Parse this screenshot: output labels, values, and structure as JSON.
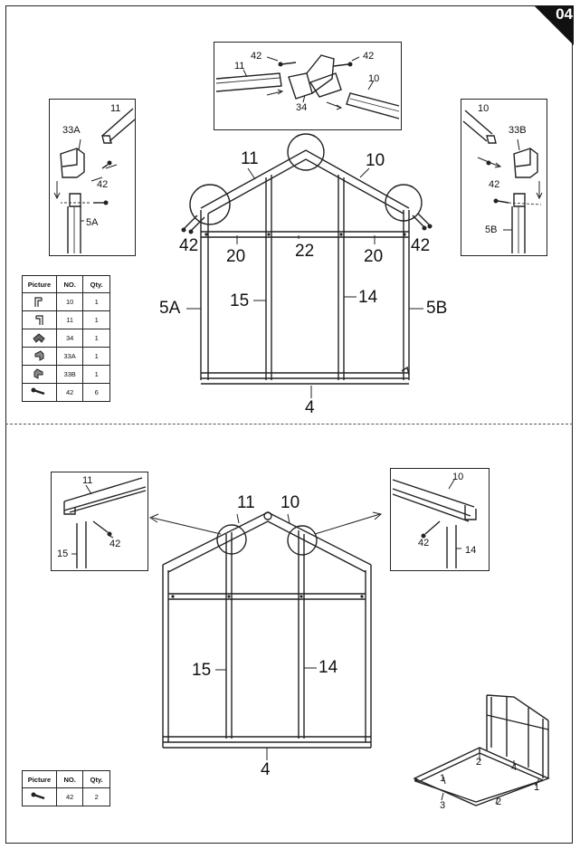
{
  "page_number": "04",
  "top_detail": {
    "labels": {
      "p11": "11",
      "p10": "10",
      "p42a": "42",
      "p42b": "42",
      "p34": "34"
    }
  },
  "left_detail": {
    "labels": {
      "p11": "11",
      "p33a": "33A",
      "p42": "42",
      "p5a": "5A"
    }
  },
  "right_detail": {
    "labels": {
      "p10": "10",
      "p33b": "33B",
      "p42": "42",
      "p5b": "5B"
    }
  },
  "upper_frame": {
    "labels": {
      "p11": "11",
      "p10": "10",
      "p42l": "42",
      "p42r": "42",
      "p20l": "20",
      "p22": "22",
      "p20r": "20",
      "p5a": "5A",
      "p15": "15",
      "p14": "14",
      "p5b": "5B",
      "p4": "4"
    }
  },
  "parts_table_top": {
    "headers": [
      "Picture",
      "NO.",
      "Qty."
    ],
    "rows": [
      {
        "icon": "rail-10-icon",
        "no": "10",
        "qty": "1"
      },
      {
        "icon": "rail-11-icon",
        "no": "11",
        "qty": "1"
      },
      {
        "icon": "connector-34-icon",
        "no": "34",
        "qty": "1"
      },
      {
        "icon": "corner-33a-icon",
        "no": "33A",
        "qty": "1"
      },
      {
        "icon": "corner-33b-icon",
        "no": "33B",
        "qty": "1"
      },
      {
        "icon": "screw-icon",
        "no": "42",
        "qty": "6"
      }
    ]
  },
  "lower_left_detail": {
    "labels": {
      "p11": "11",
      "p42": "42",
      "p15": "15"
    }
  },
  "lower_right_detail": {
    "labels": {
      "p10": "10",
      "p42": "42",
      "p14": "14"
    }
  },
  "lower_frame": {
    "labels": {
      "p11": "11",
      "p10": "10",
      "p15": "15",
      "p14": "14",
      "p4": "4"
    }
  },
  "parts_table_bottom": {
    "headers": [
      "Picture",
      "NO.",
      "Qty."
    ],
    "rows": [
      {
        "icon": "screw-icon",
        "no": "42",
        "qty": "2"
      }
    ]
  },
  "base_overview": {
    "labels": {
      "p2a": "2",
      "p4": "4",
      "p1a": "1",
      "p1b": "1",
      "p3": "3",
      "p2b": "2"
    }
  }
}
